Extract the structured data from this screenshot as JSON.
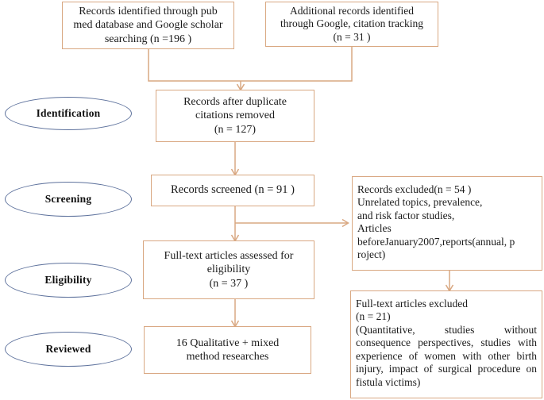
{
  "diagram": {
    "title": "PRISMA study selection flow diagram",
    "colors": {
      "box_border": "#d9a882",
      "stage_border": "#5d719c",
      "connector": "#d9a882",
      "text": "#1a1a1a",
      "background": "#ffffff"
    }
  },
  "stages": [
    {
      "id": "identification",
      "label": "Identification"
    },
    {
      "id": "screening",
      "label": "Screening"
    },
    {
      "id": "eligibility",
      "label": "Eligibility"
    },
    {
      "id": "reviewed",
      "label": "Reviewed"
    }
  ],
  "boxes": {
    "records_identified": {
      "text": "Records identified through pub\nmed database and Google scholar\nsearching (n =196   )",
      "n": 196
    },
    "additional_records": {
      "text": "Additional records identified\nthrough Google, citation tracking\n(n = 31 )",
      "n": 31
    },
    "after_duplicates": {
      "text": "Records after duplicate\ncitations removed\n(n = 127)",
      "n": 127
    },
    "records_screened": {
      "text": "Records screened (n = 91 )",
      "n": 91
    },
    "records_excluded": {
      "text": " Records excluded(n = 54   )\nUnrelated topics, prevalence,\n and risk factor studies,\nArticles\nbeforeJanuary2007,reports(annual, p\nroject)",
      "n": 54
    },
    "fulltext_assessed": {
      "text": "Full-text articles assessed for\neligibility\n(n =  37 )",
      "n": 37
    },
    "fulltext_excluded": {
      "text": "Full-text articles  excluded\n(n = 21)\n(Quantitative, studies without consequence perspectives, studies with experience of women with other birth injury, impact of surgical procedure on fistula victims)",
      "n": 21
    },
    "included": {
      "text": "16 Qualitative + mixed\nmethod researches",
      "n": 16
    }
  }
}
